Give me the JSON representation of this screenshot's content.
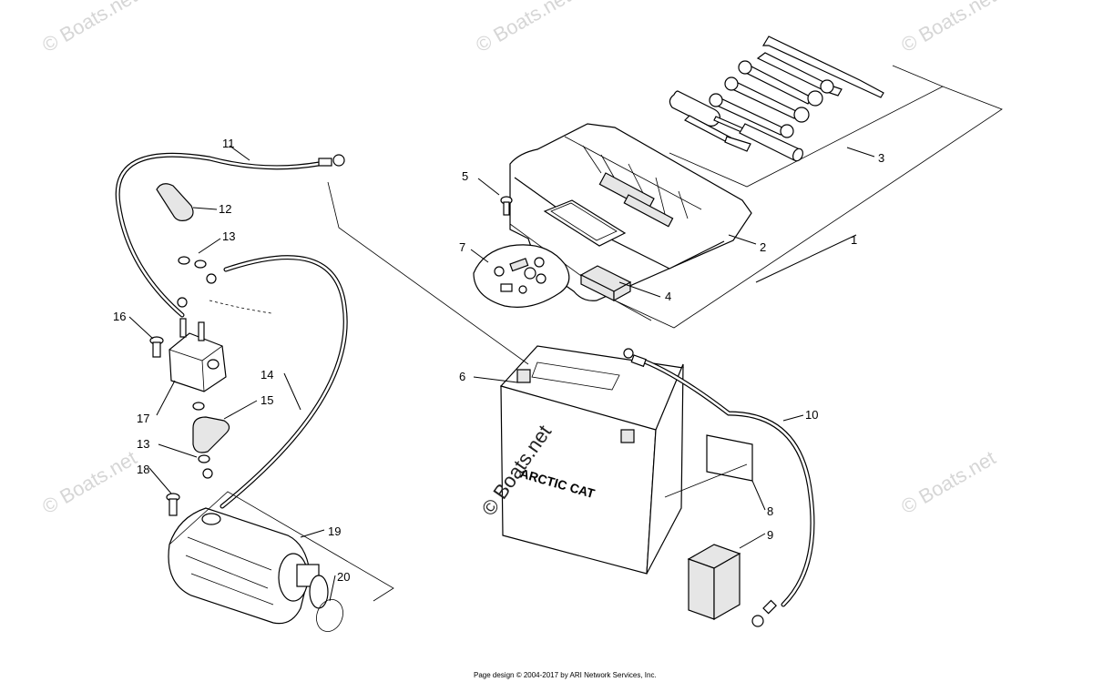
{
  "diagram": {
    "callouts": [
      {
        "id": "1",
        "text": "1"
      },
      {
        "id": "2",
        "text": "2"
      },
      {
        "id": "3",
        "text": "3"
      },
      {
        "id": "4",
        "text": "4"
      },
      {
        "id": "5",
        "text": "5"
      },
      {
        "id": "6",
        "text": "6"
      },
      {
        "id": "7",
        "text": "7"
      },
      {
        "id": "8",
        "text": "8"
      },
      {
        "id": "9",
        "text": "9"
      },
      {
        "id": "10",
        "text": "10"
      },
      {
        "id": "11",
        "text": "11"
      },
      {
        "id": "12",
        "text": "12"
      },
      {
        "id": "13a",
        "text": "13"
      },
      {
        "id": "13b",
        "text": "13"
      },
      {
        "id": "14",
        "text": "14"
      },
      {
        "id": "15",
        "text": "15"
      },
      {
        "id": "16",
        "text": "16"
      },
      {
        "id": "17",
        "text": "17"
      },
      {
        "id": "18",
        "text": "18"
      },
      {
        "id": "19",
        "text": "19"
      },
      {
        "id": "20",
        "text": "20"
      }
    ],
    "battery_label": "ARCTIC CAT",
    "watermark": "© Boats.net",
    "footer": "Page design © 2004-2017 by ARI Network Services, Inc."
  }
}
